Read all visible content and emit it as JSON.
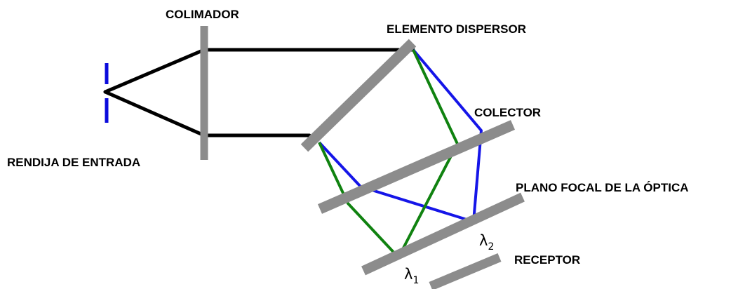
{
  "labels": {
    "colimador": "COLIMADOR",
    "elemento_dispersor": "ELEMENTO DISPERSOR",
    "colector": "COLECTOR",
    "rendija_de_entrada": "RENDIJA DE ENTRADA",
    "plano_focal": "PLANO FOCAL DE LA ÓPTICA",
    "receptor": "RECEPTOR",
    "lambda_1": {
      "symbol": "λ",
      "subscript": "1"
    },
    "lambda_2": {
      "symbol": "λ",
      "subscript": "2"
    }
  },
  "colors": {
    "component_gray": "#8c8c8c",
    "slit_blue": "#0b0bdc",
    "ray_black": "#000000",
    "ray_blue": "#1515e8",
    "ray_green": "#108210"
  }
}
